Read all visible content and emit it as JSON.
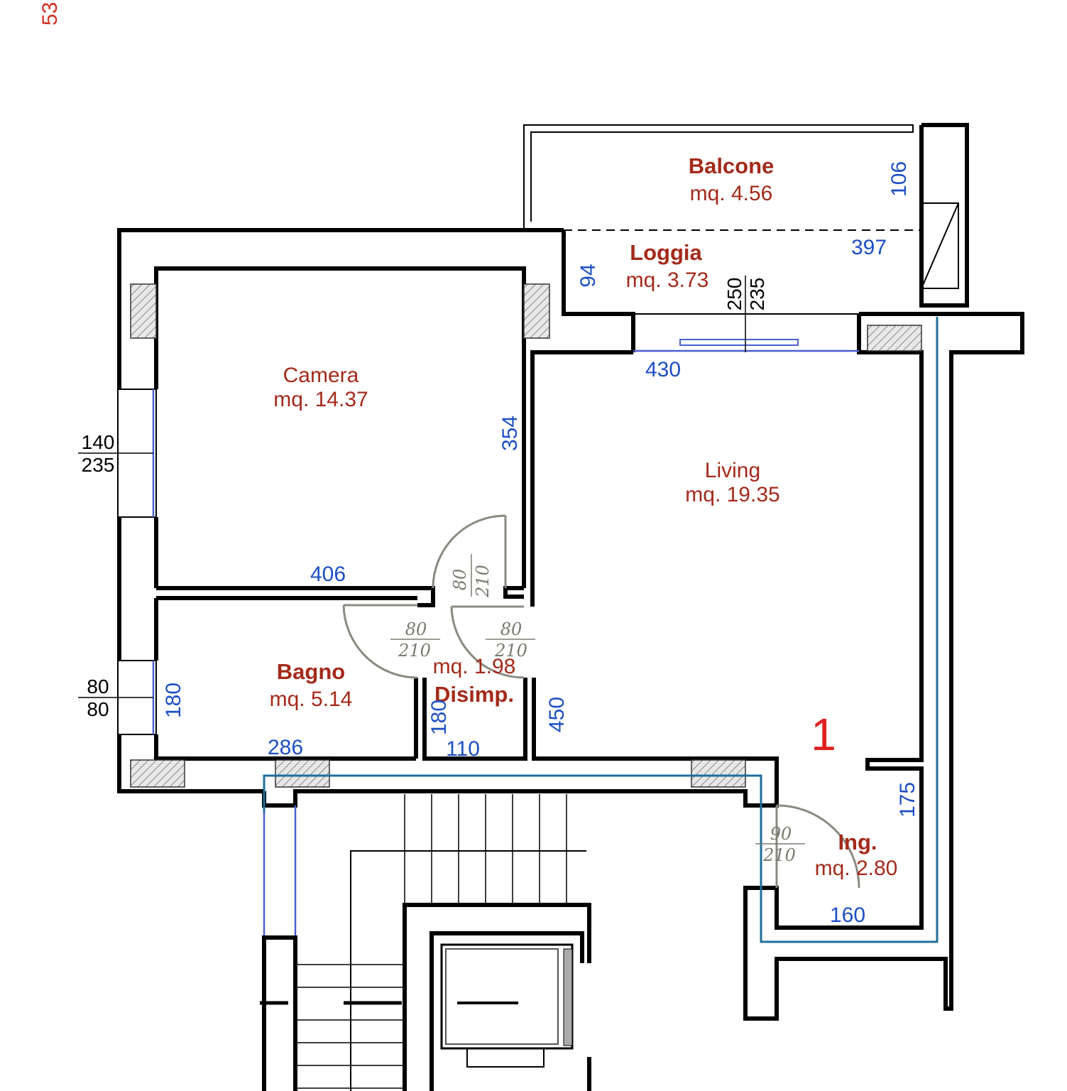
{
  "corner_label": "53",
  "unit_number": "1",
  "rooms": {
    "balcone": {
      "name": "Balcone",
      "area": "mq. 4.56"
    },
    "loggia": {
      "name": "Loggia",
      "area": "mq. 3.73"
    },
    "camera": {
      "name": "Camera",
      "area": "mq. 14.37"
    },
    "living": {
      "name": "Living",
      "area": "mq. 19.35"
    },
    "bagno": {
      "name": "Bagno",
      "area": "mq. 5.14"
    },
    "disimp": {
      "name": "Disimp.",
      "area": "mq. 1.98"
    },
    "ingresso": {
      "name": "Ing.",
      "area": "mq. 2.80"
    }
  },
  "dimensions": {
    "balcone_depth": "106",
    "loggia_width": "397",
    "loggia_depth": "94",
    "living_window_width": "430",
    "camera_height": "354",
    "camera_width": "406",
    "bagno_height": "180",
    "bagno_width": "286",
    "disimp_height": "180",
    "disimp_width": "110",
    "living_height": "450",
    "ingresso_height": "175",
    "ingresso_width": "160"
  },
  "openings": {
    "camera_window": {
      "top": "140",
      "bottom": "235"
    },
    "bagno_window": {
      "top": "80",
      "bottom": "80"
    },
    "living_window": {
      "top": "250",
      "bottom": "235"
    },
    "camera_door": {
      "top": "80",
      "bottom": "210"
    },
    "bagno_door": {
      "top": "80",
      "bottom": "210"
    },
    "living_door": {
      "top": "80",
      "bottom": "210"
    },
    "entry_door": {
      "top": "90",
      "bottom": "210"
    }
  },
  "colors": {
    "room_label": "#a42a1a",
    "dimension": "#1d4fc4",
    "unit_number": "#e02020",
    "wall": "#000000",
    "window_line": "#4a5fd0",
    "outline": "#1f6f9a"
  }
}
